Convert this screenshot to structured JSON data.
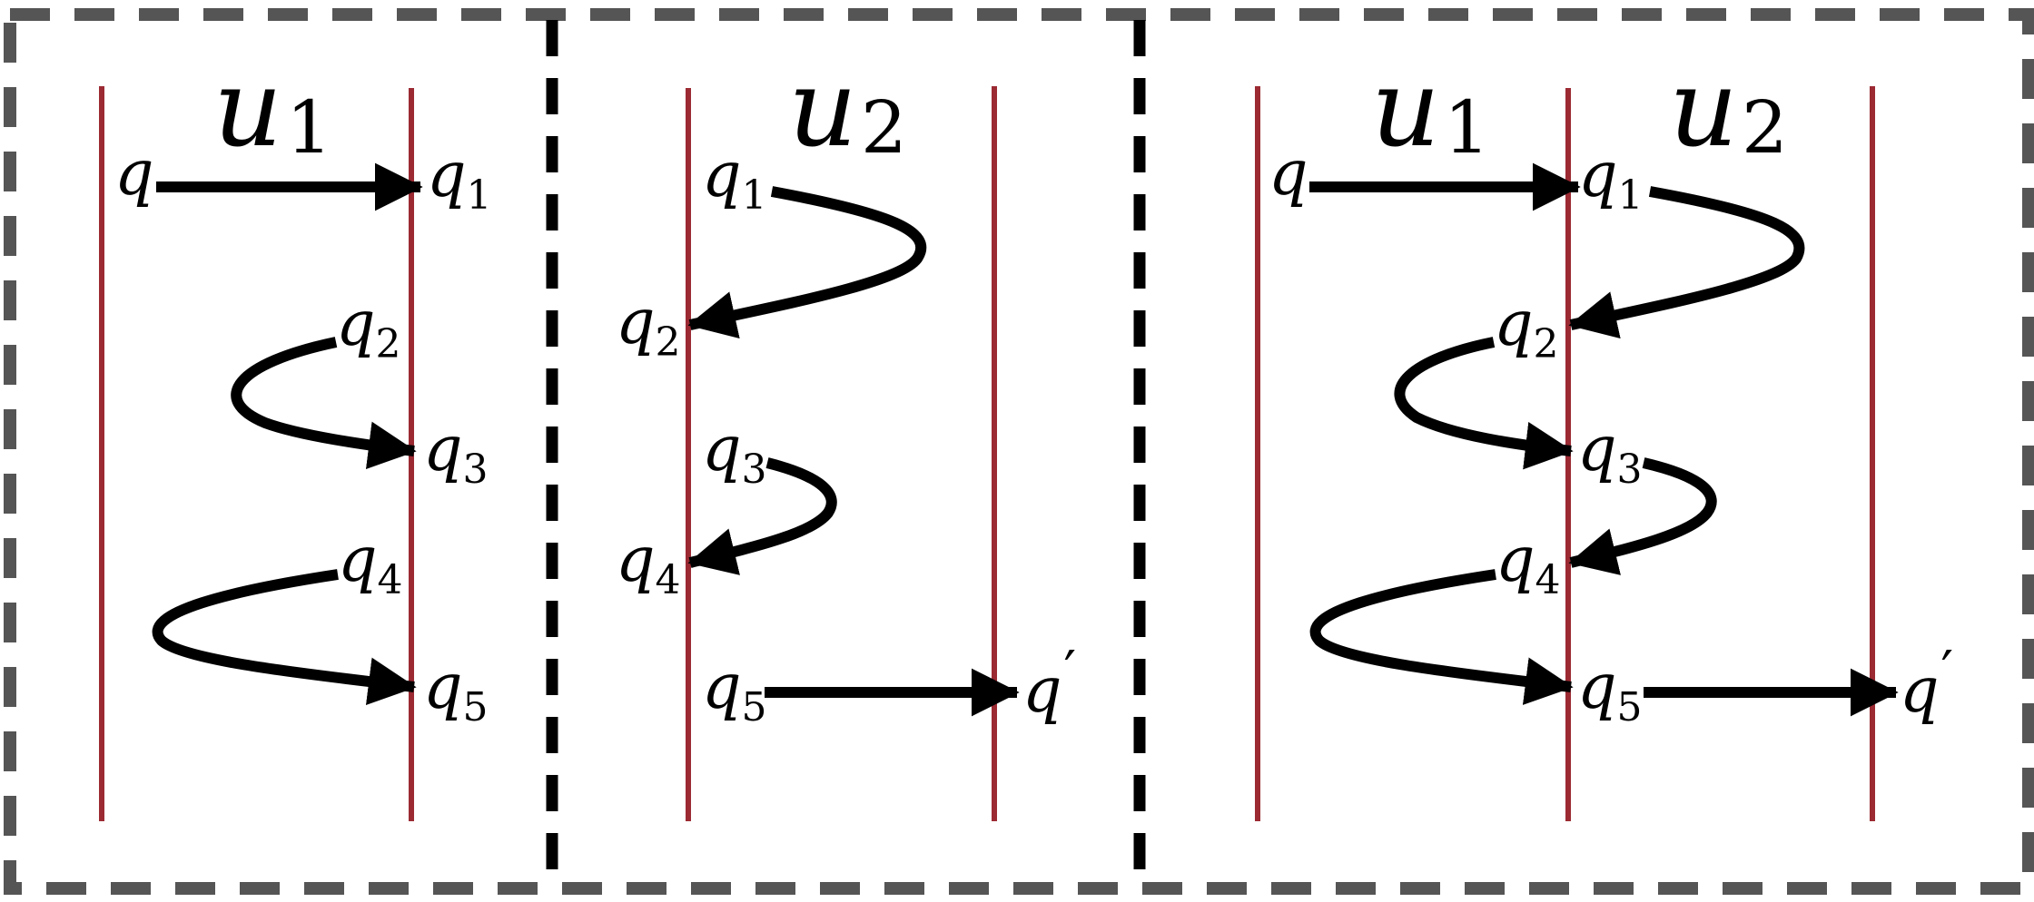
{
  "colors": {
    "outer_border": "#555555",
    "divider": "#000000",
    "rail": "#9b2a33",
    "arrow": "#000000"
  },
  "panels": [
    {
      "segments": [
        {
          "letter": "u",
          "index": "1"
        }
      ],
      "states": {
        "q": {
          "letter": "q",
          "sub": ""
        },
        "q1": {
          "letter": "q",
          "sub": "1"
        },
        "q2": {
          "letter": "q",
          "sub": "2"
        },
        "q3": {
          "letter": "q",
          "sub": "3"
        },
        "q4": {
          "letter": "q",
          "sub": "4"
        },
        "q5": {
          "letter": "q",
          "sub": "5"
        }
      }
    },
    {
      "segments": [
        {
          "letter": "u",
          "index": "2"
        }
      ],
      "states": {
        "q1": {
          "letter": "q",
          "sub": "1"
        },
        "q2": {
          "letter": "q",
          "sub": "2"
        },
        "q3": {
          "letter": "q",
          "sub": "3"
        },
        "q4": {
          "letter": "q",
          "sub": "4"
        },
        "q5": {
          "letter": "q",
          "sub": "5"
        },
        "qp": {
          "letter": "q",
          "prime": "′"
        }
      }
    },
    {
      "segments": [
        {
          "letter": "u",
          "index": "1"
        },
        {
          "letter": "u",
          "index": "2"
        }
      ],
      "states": {
        "q": {
          "letter": "q",
          "sub": ""
        },
        "q1": {
          "letter": "q",
          "sub": "1"
        },
        "q2": {
          "letter": "q",
          "sub": "2"
        },
        "q3": {
          "letter": "q",
          "sub": "3"
        },
        "q4": {
          "letter": "q",
          "sub": "4"
        },
        "q5": {
          "letter": "q",
          "sub": "5"
        },
        "qp": {
          "letter": "q",
          "prime": "′"
        }
      }
    }
  ]
}
